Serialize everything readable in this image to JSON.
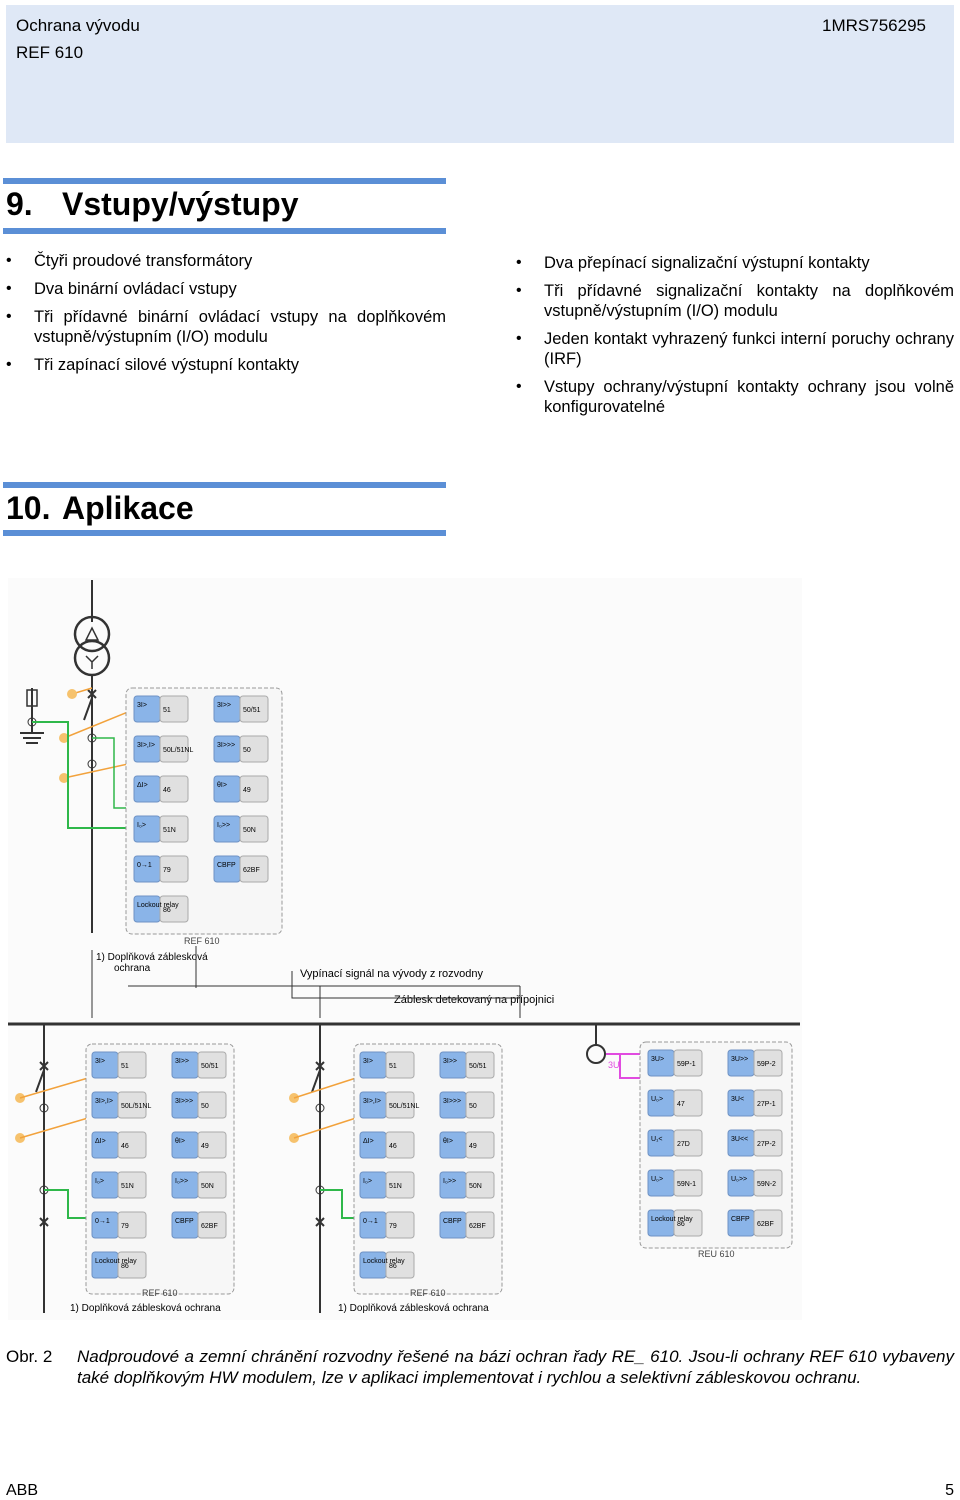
{
  "header": {
    "title_line1": "Ochrana vývodu",
    "title_line2": "REF 610",
    "doc_number": "1MRS756295"
  },
  "section9": {
    "number": "9.",
    "title": "Vstupy/výstupy",
    "left_items": [
      "Čtyři proudové transformátory",
      "Dva binární ovládací vstupy",
      "Tři přídavné binární ovládací vstupy na doplňkovém vstupně/výstupním (I/O) modulu",
      "Tři zapínací silové výstupní kontakty"
    ],
    "right_items": [
      "Dva přepínací signalizační výstupní kontakty",
      "Tři přídavné signalizační kontakty na doplňkovém vstupně/výstupním (I/O) modulu",
      "Jeden kontakt vyhrazený funkci interní poruchy ochrany (IRF)",
      "Vstupy ochrany/výstupní kontakty ochrany jsou volně konfigurovatelné"
    ]
  },
  "section10": {
    "number": "10.",
    "title": "Aplikace"
  },
  "diagram": {
    "top_relay": {
      "name": "REF 610",
      "blocks": [
        [
          "3I>",
          "51"
        ],
        [
          "3I>>",
          "50/51"
        ],
        [
          "3I>,I>",
          "50L/51NL"
        ],
        [
          "3I>>>",
          "50"
        ],
        [
          "ΔI>",
          "46"
        ],
        [
          "θI>",
          "49"
        ],
        [
          "I₀>",
          "51N"
        ],
        [
          "I₀>>",
          "50N"
        ],
        [
          "0→1",
          "79"
        ],
        [
          "CBFP",
          "62BF"
        ],
        [
          "Lockout relay",
          "86"
        ]
      ]
    },
    "note1": "1)  Doplňková záblesková ochrana",
    "trip_label": "Vypínací signál na vývody z rozvodny",
    "flash_label": "Záblesk detekovaný na přípojnici",
    "feeder_relay_blocks": [
      [
        "3I>",
        "51"
      ],
      [
        "3I>>",
        "50/51"
      ],
      [
        "3I>,I>",
        "50L/51NL"
      ],
      [
        "3I>>>",
        "50"
      ],
      [
        "ΔI>",
        "46"
      ],
      [
        "θI>",
        "49"
      ],
      [
        "I₀>",
        "51N"
      ],
      [
        "I₀>>",
        "50N"
      ],
      [
        "0→1",
        "79"
      ],
      [
        "CBFP",
        "62BF"
      ],
      [
        "Lockout relay",
        "86"
      ]
    ],
    "feeder_relay_name": "REF 610",
    "reu": {
      "name": "REU 610",
      "input": "3U",
      "blocks": [
        [
          "3U>",
          "59P-1"
        ],
        [
          "3U>>",
          "59P-2"
        ],
        [
          "U₀>",
          "47"
        ],
        [
          "3U<",
          "27P-1"
        ],
        [
          "U₁<",
          "27D"
        ],
        [
          "3U<<",
          "27P-2"
        ],
        [
          "U₀>",
          "59N-1"
        ],
        [
          "U₀>>",
          "59N-2"
        ],
        [
          "Lockout relay",
          "86"
        ],
        [
          "CBFP",
          "62BF"
        ]
      ]
    },
    "bottom_note": "1) Doplňková záblesková ochrana"
  },
  "caption": {
    "label": "Obr. 2",
    "text": "Nadproudové a zemní chránění rozvodny řešené na bázi ochran řady RE_ 610. Jsou-li ochrany REF 610 vybaveny také doplňkovým HW modulem, lze v aplikaci implementovat i rychlou a selektivní zábleskovou ochranu."
  },
  "footer": {
    "left": "ABB",
    "page": "5"
  },
  "colors": {
    "header_bg": "#dfe8f6",
    "accent_bar": "#5b8fd6",
    "block_blue": "#8ab4e8",
    "block_grey": "#e0e0e0",
    "line_green": "#2fb84a",
    "line_orange": "#f2a23c",
    "line_magenta": "#e14be0"
  }
}
